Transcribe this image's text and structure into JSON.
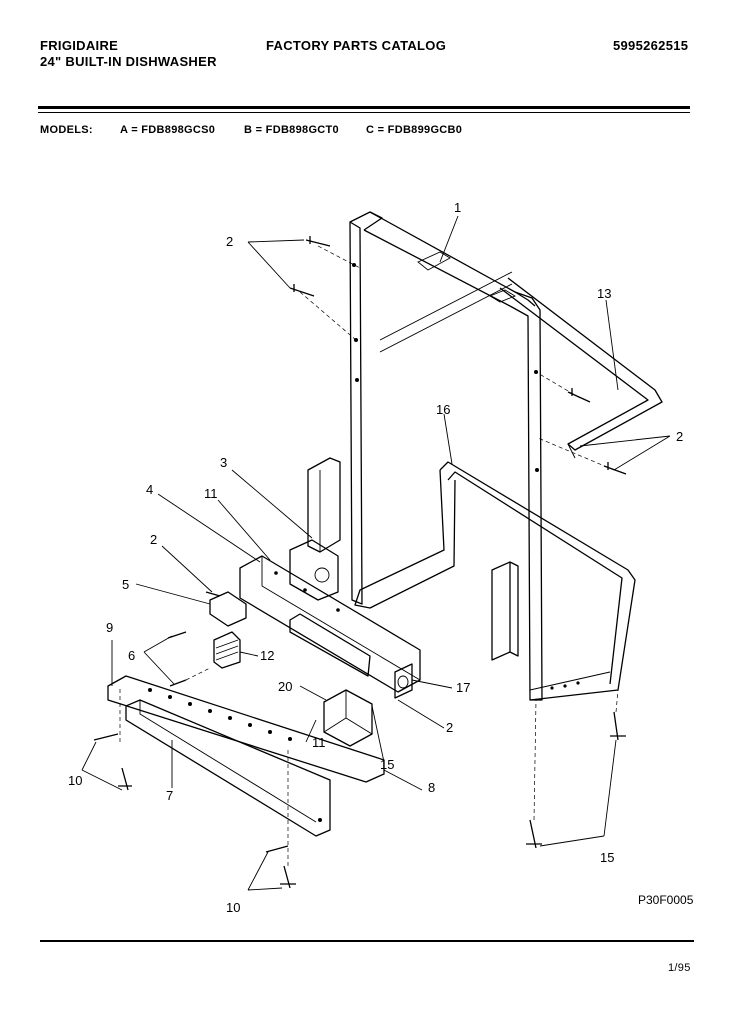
{
  "header": {
    "brand": "FRIGIDAIRE",
    "product": "24\" BUILT-IN DISHWASHER",
    "catalog": "FACTORY PARTS CATALOG",
    "catalog_number": "5995262515"
  },
  "models": {
    "label": "MODELS:",
    "a": "A = FDB898GCS0",
    "b": "B = FDB898GCT0",
    "c": "C = FDB899GCB0"
  },
  "diagram": {
    "callouts": [
      "1",
      "2",
      "13",
      "2",
      "16",
      "3",
      "4",
      "11",
      "2",
      "5",
      "9",
      "6",
      "12",
      "20",
      "17",
      "2",
      "11",
      "15",
      "7",
      "8",
      "10",
      "10",
      "15"
    ],
    "figure_code": "P30F0005"
  },
  "footer": {
    "date": "1/95"
  }
}
